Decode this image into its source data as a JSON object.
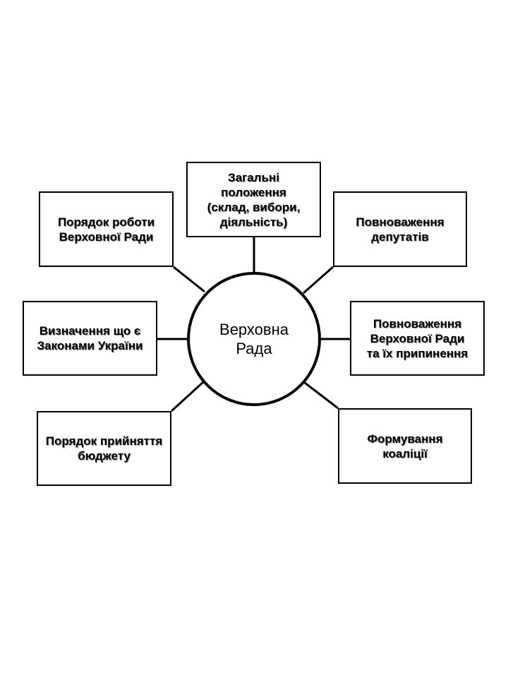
{
  "diagram": {
    "center": {
      "label": "Верховна\nРада"
    },
    "nodes": [
      {
        "id": "general",
        "label": "Загальні\nположення\n(склад, вибори,\nдіяльність)"
      },
      {
        "id": "work",
        "label": "Порядок роботи\nВерховної Ради"
      },
      {
        "id": "deputies",
        "label": "Повноваження\nдепутатів"
      },
      {
        "id": "laws",
        "label": "Визначення що є\nЗаконами України"
      },
      {
        "id": "powers",
        "label": "Повноваження\nВерховної Ради\nта їх припинення"
      },
      {
        "id": "budget",
        "label": "Порядок прийняття\nбюджету"
      },
      {
        "id": "coalition",
        "label": "Формування\nкоаліції"
      }
    ],
    "colors": {
      "stroke": "#000000",
      "background": "#ffffff"
    }
  }
}
